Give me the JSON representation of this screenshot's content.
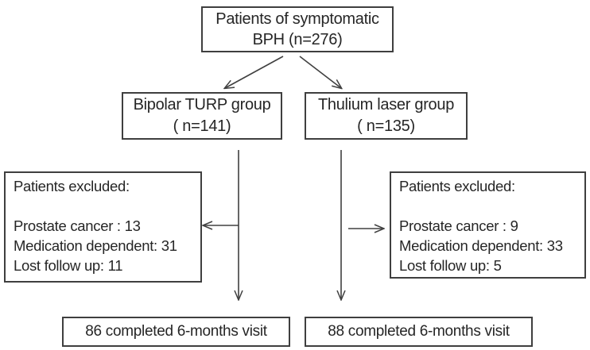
{
  "flowchart": {
    "nodes": {
      "total": {
        "line1": "Patients of symptomatic",
        "line2": "BPH (n=276)"
      },
      "bipolar_group": {
        "line1": "Bipolar TURP group",
        "line2": "( n=141)"
      },
      "thulium_group": {
        "line1": "Thulium laser group",
        "line2": "( n=135)"
      },
      "bipolar_excluded": {
        "title": "Patients excluded:",
        "items": [
          "Prostate cancer : 13",
          "Medication dependent: 31",
          "Lost follow up: 11"
        ]
      },
      "thulium_excluded": {
        "title": "Patients excluded:",
        "items": [
          "Prostate cancer : 9",
          "Medication dependent: 33",
          "Lost follow up: 5"
        ]
      },
      "bipolar_completed": {
        "text": "86 completed 6-months visit"
      },
      "thulium_completed": {
        "text": "88 completed 6-months visit"
      }
    },
    "edges": [
      {
        "from": "total",
        "to": "bipolar_group"
      },
      {
        "from": "total",
        "to": "thulium_group"
      },
      {
        "from": "bipolar_group",
        "to": "bipolar_completed"
      },
      {
        "from": "thulium_group",
        "to": "thulium_completed"
      },
      {
        "from": "bipolar_group",
        "to": "bipolar_excluded"
      },
      {
        "from": "thulium_group",
        "to": "thulium_excluded"
      }
    ],
    "colors": {
      "border": "#3f3f3f",
      "text": "#262626",
      "arrow": "#404040",
      "background": "#ffffff"
    }
  }
}
